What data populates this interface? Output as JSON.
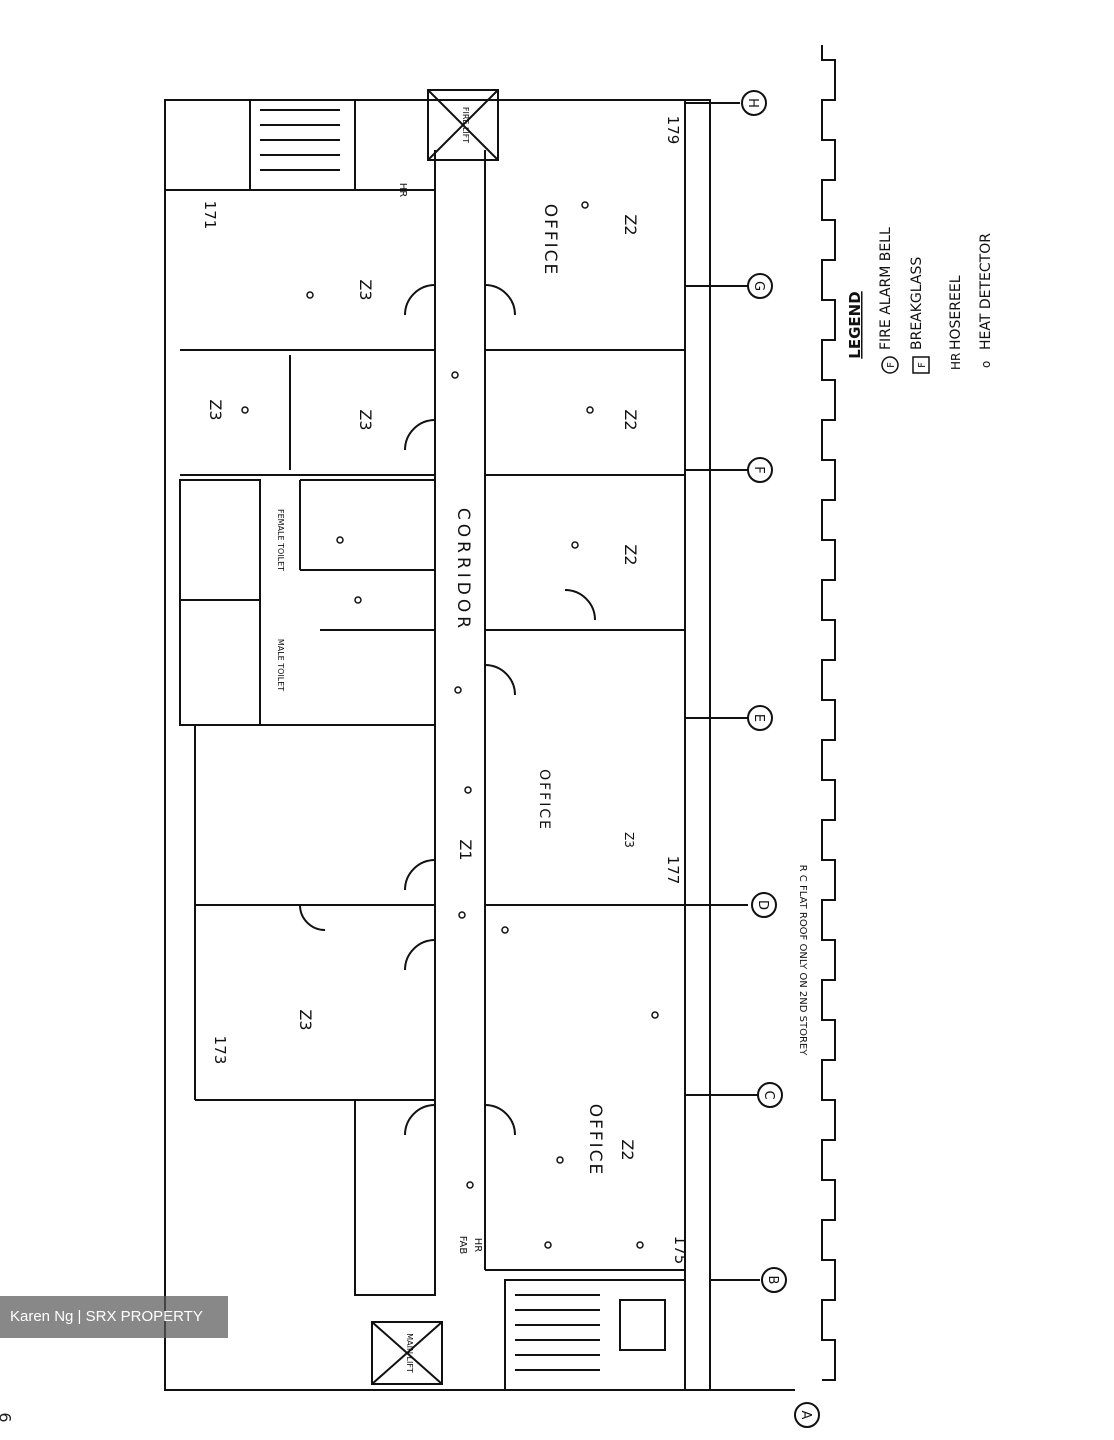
{
  "plan": {
    "rooms": {
      "office_top": "OFFICE",
      "office_bottom": "OFFICE",
      "office_middle": "OFFICE",
      "corridor": "CORRIDOR",
      "main_lift": "MAIN LIFT",
      "fire_lift": "FIRE LIFT",
      "female_toilet": "FEMALE TOILET",
      "male_toilet": "MALE TOILET"
    },
    "zones": {
      "z1": "Z1",
      "z2_a": "Z2",
      "z2_b": "Z2",
      "z2_c": "Z2",
      "z2_d": "Z2",
      "z3_a": "Z3",
      "z3_b": "Z3",
      "z3_c": "Z3",
      "z3_d": "Z3",
      "z3_e": "Z3"
    },
    "unit_numbers": {
      "u171": "171",
      "u173": "173",
      "u175": "175",
      "u177": "177",
      "u179": "179"
    },
    "hose_reel_tags": {
      "top": "HR",
      "bottom": "HR",
      "bottom_fab": "FAB"
    },
    "grid_labels": [
      "H",
      "G",
      "F",
      "E",
      "D",
      "C",
      "B",
      "A"
    ],
    "roof_note": "R C FLAT ROOF ONLY ON 2ND STOREY"
  },
  "legend": {
    "title": "LEGEND",
    "items": [
      {
        "symbol": "F",
        "symbol_style": "circle",
        "label": "FIRE ALARM BELL"
      },
      {
        "symbol": "F",
        "symbol_style": "square",
        "label": "BREAKGLASS"
      },
      {
        "symbol": "HR",
        "symbol_style": "text",
        "label": "HOSEREEL"
      },
      {
        "symbol": "o",
        "symbol_style": "text",
        "label": "HEAT DETECTOR"
      }
    ]
  },
  "watermark": "Karen Ng | SRX PROPERTY",
  "page_number": "6",
  "colors": {
    "ink": "#111111",
    "paper": "#ffffff",
    "watermark_bg": "#5a5a5a"
  }
}
